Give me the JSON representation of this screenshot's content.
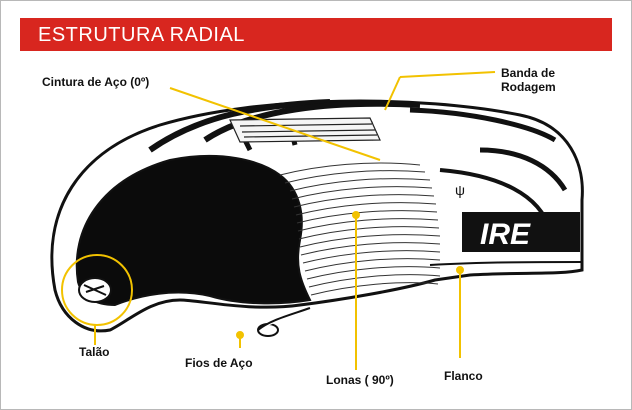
{
  "title": "ESTRUTURA RADIAL",
  "labels": {
    "cintura": "Cintura de Aço  (0º)",
    "banda_line1": "Banda de",
    "banda_line2": "Rodagem",
    "talao": "Talão",
    "fios": "Fios de Aço",
    "lonas": "Lonas ( 90º)",
    "flanco": "Flanco"
  },
  "tire_brand_text": "IRE",
  "colors": {
    "header": "#d8261f",
    "callout": "#f2c200",
    "ink": "#111111"
  }
}
